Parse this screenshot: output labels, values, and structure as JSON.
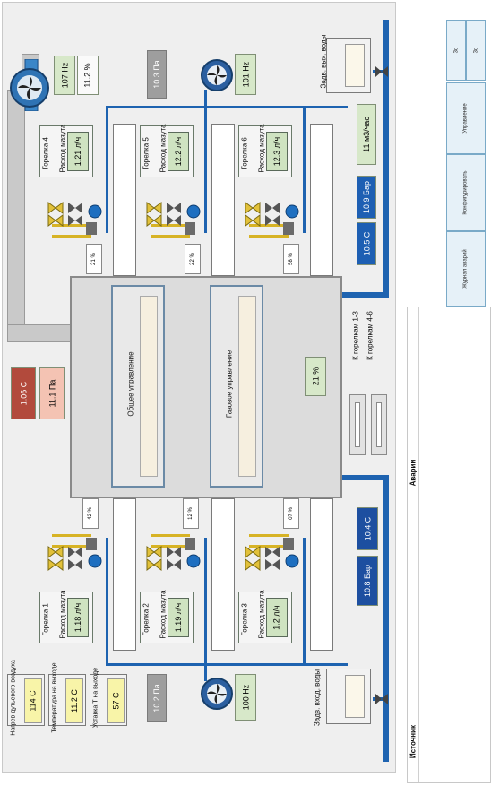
{
  "fans": {
    "top_exhaust_hz": "107 Hz",
    "top_exhaust_pct": "11.2 %",
    "top_press": "10.3 Па",
    "top_fan_hz": "101 Hz",
    "bottom_press": "10.2 Па",
    "bottom_fan_hz": "100 Hz"
  },
  "burners_top": [
    {
      "name": "Горелка 4",
      "flow_label": "Расход мазута",
      "flow": "1.21 л/ч",
      "pct": "21 %"
    },
    {
      "name": "Горелка 5",
      "flow_label": "Расход мазута",
      "flow": "12.2 л/ч",
      "pct": "22 %"
    },
    {
      "name": "Горелка 6",
      "flow_label": "Расход мазута",
      "flow": "12.3 л/ч",
      "pct": "58 %"
    }
  ],
  "burners_bottom": [
    {
      "name": "Горелка 1",
      "flow_label": "Расход мазута",
      "flow": "1.18 л/ч",
      "pct": "42 %"
    },
    {
      "name": "Горелка 2",
      "flow_label": "Расход мазута",
      "flow": "1.19 л/ч",
      "pct": "12 %"
    },
    {
      "name": "Горелка 3",
      "flow_label": "Расход мазута",
      "flow": "1.2 л/ч",
      "pct": "07 %"
    }
  ],
  "water": {
    "out_valve_label": "Задв. вых. воды",
    "in_valve_label": "Задв. вход. воды",
    "flow_top": "11 м3/час",
    "pressure_top": "10.9 Бар",
    "temp_top": "10.5 С",
    "temp_bottom": "10.4 С",
    "pressure_bottom": "10.8 Бар"
  },
  "furnace": {
    "temp": "1.06 С",
    "press": "11.1 Па",
    "common_control": "Общее управление",
    "gas_control": "Газовое управление",
    "pct": "21 %",
    "to_burners_13": "К горелкам 1-3",
    "to_burners_46": "К горелкам 4-6"
  },
  "bottom_left": {
    "air_heating_label": "Нагрев дутьевого воздуха",
    "air_heating_value": "114 С",
    "outlet_temp_label": "Температура на выходе",
    "outlet_temp_value": "11.2 С",
    "setpoint_label": "Уставка Т на выходе",
    "setpoint_value": "57 С"
  },
  "right_nav": {
    "buttons": [
      "Журнал аварий",
      "Конфигурировать",
      "Управление",
      "3d",
      "3d"
    ]
  },
  "alarm": {
    "title": "Аварии",
    "source_header": "Источник"
  }
}
